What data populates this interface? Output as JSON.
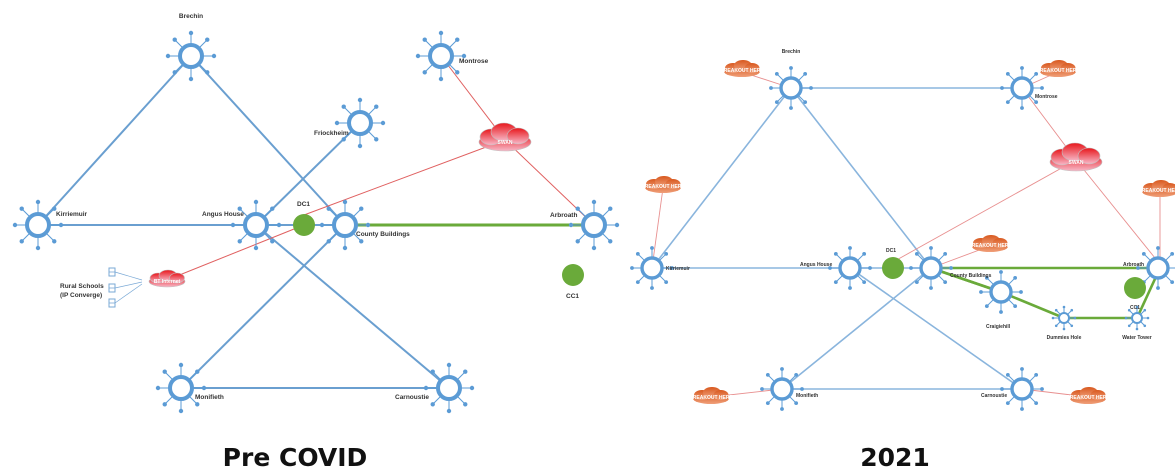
{
  "captions": {
    "left": "Pre COVID",
    "right": "2021"
  },
  "pre": {
    "brechin": "Brechin",
    "montrose": "Montrose",
    "friockheim": "Friockheim",
    "kirriemuir": "Kirriemuir",
    "angus_house": "Angus House",
    "dc1": "DC1",
    "county_buildings": "County Buildings",
    "arbroath": "Arbroath",
    "cc1": "CC1",
    "monifieth": "Monifieth",
    "carnoustie": "Carnoustie",
    "swan": "SWAN",
    "bt_internet": "BT Internet",
    "rural_schools_1": "Rural Schools",
    "rural_schools_2": "(IP Converge)"
  },
  "y2021": {
    "brechin": "Brechin",
    "montrose": "Montrose",
    "kirriemuir": "Kirriemuir",
    "angus_house": "Angus House",
    "dc1": "DC1",
    "county_buildings": "County Buildings",
    "arbroath": "Arbroath",
    "cc1": "CC1",
    "craigiehill": "Craigiehill",
    "dummies_hole": "Dummies Hole",
    "water_tower": "Water Tower",
    "monifieth": "Monifieth",
    "carnoustie": "Carnoustie",
    "swan": "SWAN",
    "breakout": "BREAKOUT HERE"
  },
  "colors": {
    "node": "#5b9bd5",
    "link": "#7aa9d6",
    "green": "#6aaa3a",
    "red_link": "#e06060"
  }
}
